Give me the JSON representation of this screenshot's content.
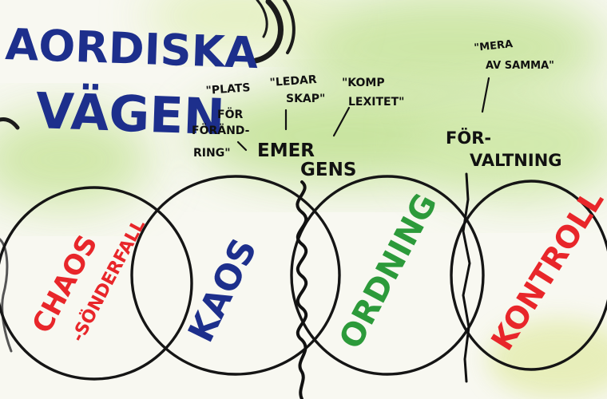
{
  "title": {
    "line1": "AORDISKA",
    "line2": "VÄGEN"
  },
  "annotations": {
    "plats_forandring": [
      "\"PLATS",
      "FÖR",
      "FÖRÄND-",
      "RING\""
    ],
    "ledarskap": [
      "\"LEDAR",
      "SKAP\""
    ],
    "komplexitet": [
      "\"KOMP",
      "LEXITET\""
    ],
    "emergens": [
      "EMER",
      "GENS"
    ],
    "mera_av_samma": [
      "\"MERA",
      "AV SAMMA\""
    ],
    "forvaltning": [
      "FÖR-",
      "VALTNING"
    ]
  },
  "circles": [
    {
      "id": "chaos",
      "lines": [
        "CHAOS",
        "-SÖNDERFALL"
      ],
      "color": "#e8262a"
    },
    {
      "id": "kaos",
      "lines": [
        "KAOS"
      ],
      "color": "#1d2f8c"
    },
    {
      "id": "ordning",
      "lines": [
        "ORDNING"
      ],
      "color": "#2c9a3a"
    },
    {
      "id": "kontroll",
      "lines": [
        "KONTROLL"
      ],
      "color": "#e8262a"
    }
  ],
  "colors": {
    "ink": "#151515",
    "title_blue": "#1d2f8c",
    "wash_green": "#b8dc8a",
    "wash_yellow": "#e6ee9a"
  }
}
